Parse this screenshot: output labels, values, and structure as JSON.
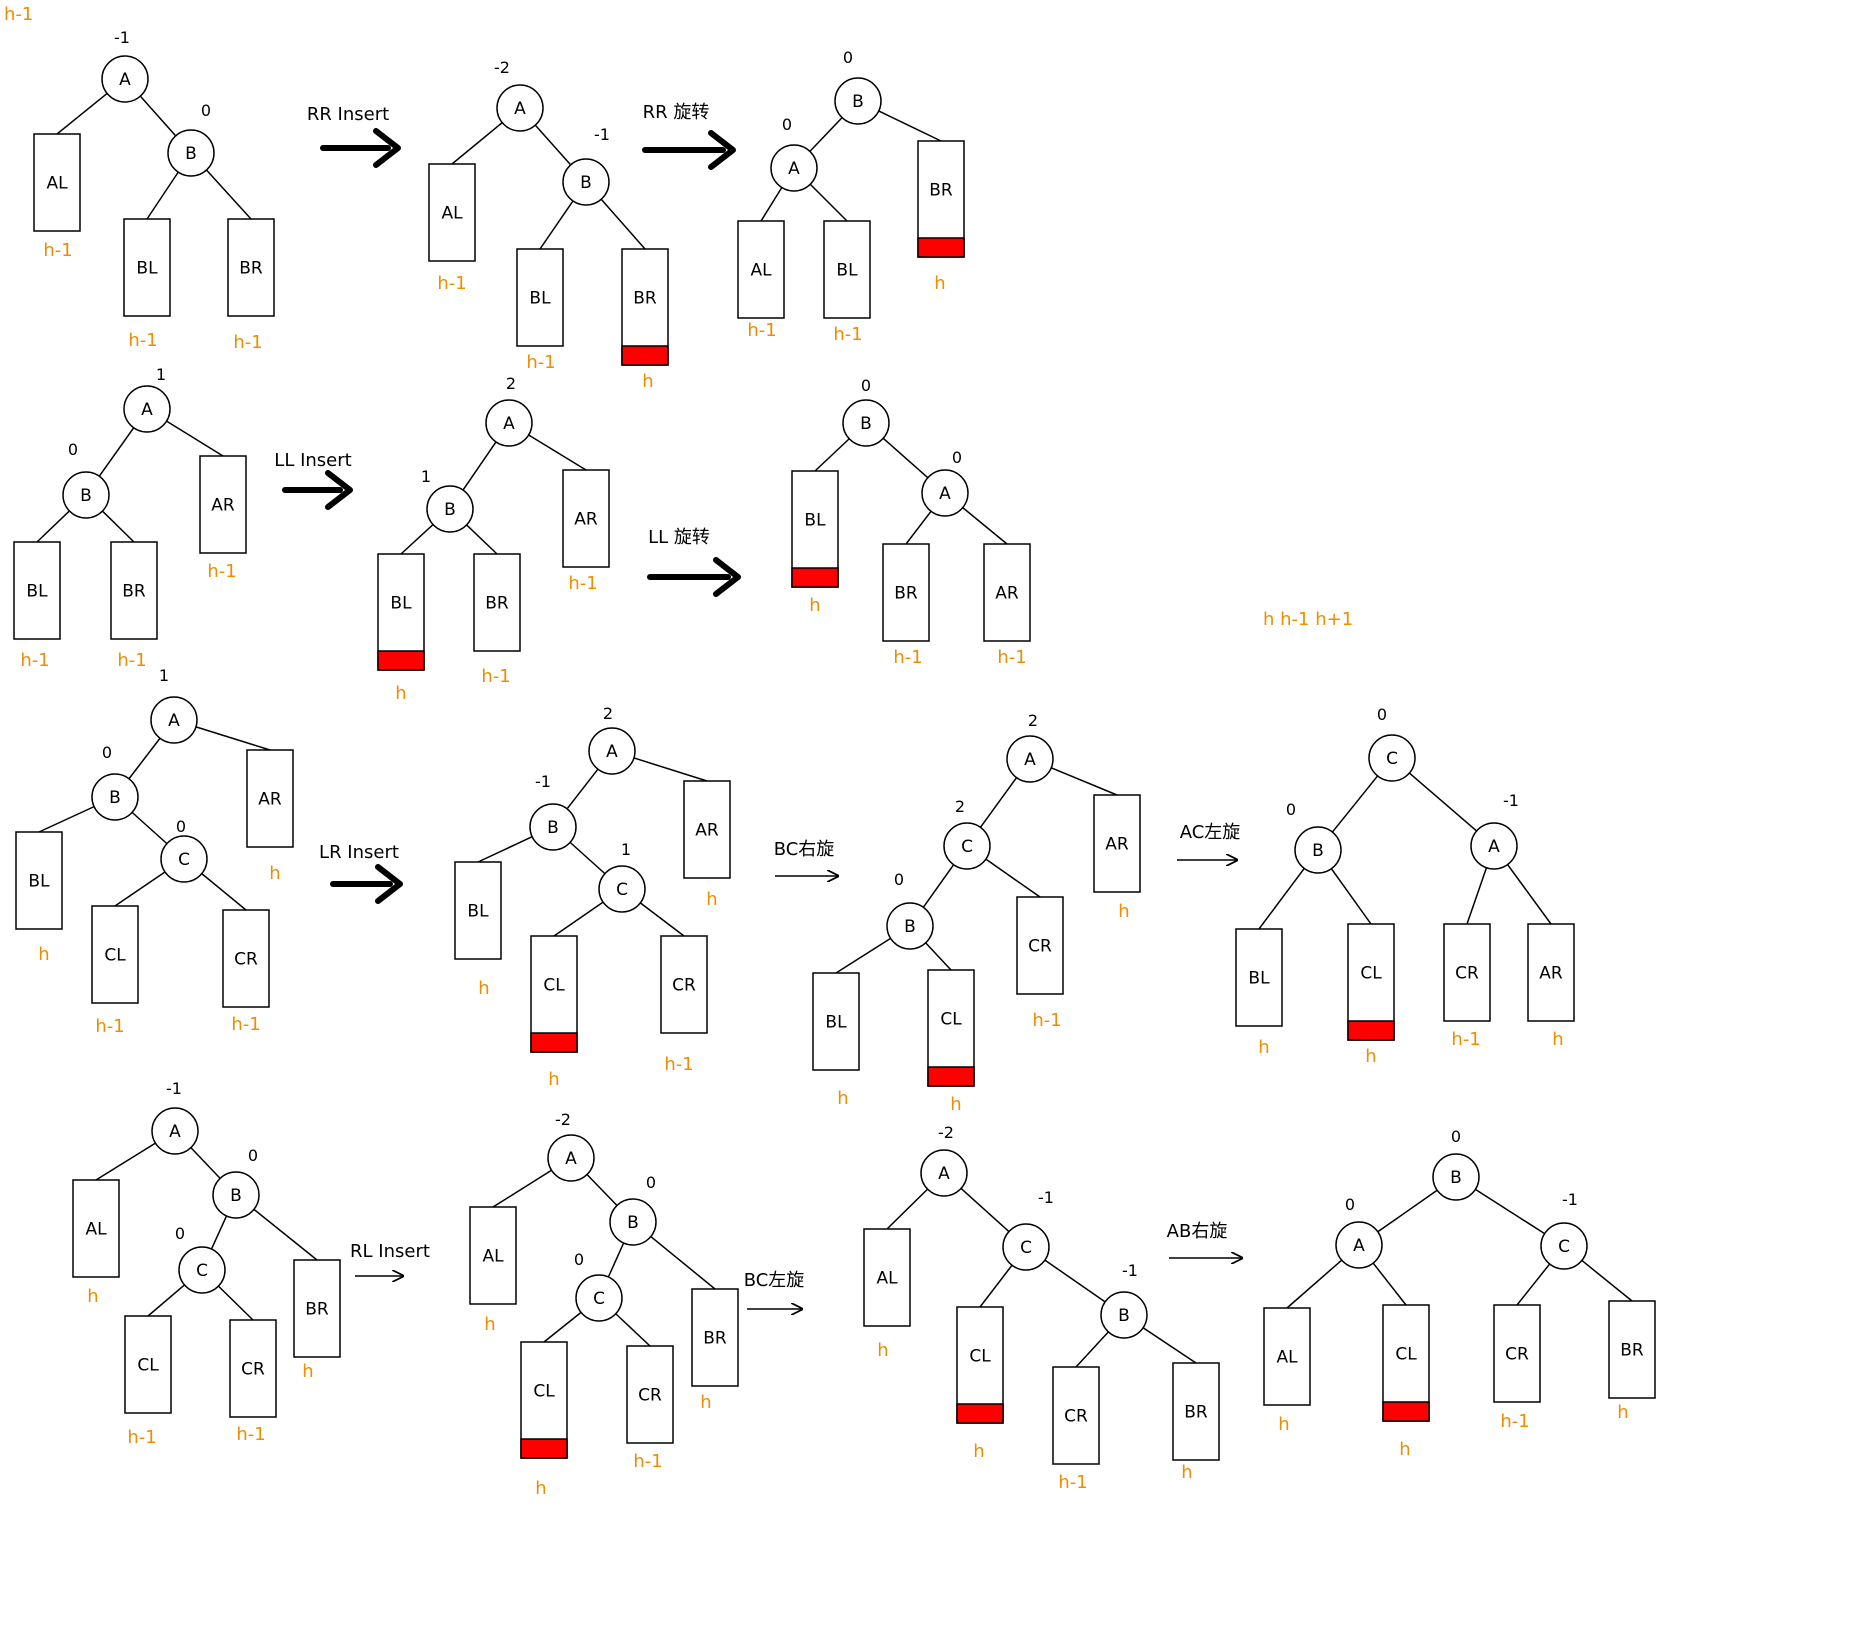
{
  "colors": {
    "height": "#f08c00",
    "growth": "#ff0000",
    "stroke": "#000000"
  },
  "notes": [
    "h-1",
    "h h-1  h+1"
  ],
  "operations": [
    "RR Insert",
    "RR 旋转",
    "LL Insert",
    "LL 旋转",
    "LR Insert",
    "BC右旋",
    "AC左旋",
    "RL Insert",
    "BC左旋",
    "AB右旋"
  ],
  "trees": [
    {
      "id": "rr-before",
      "nodes": [
        {
          "letter": "A",
          "bf": "-1"
        },
        {
          "letter": "B",
          "bf": "0"
        }
      ],
      "subtrees": [
        {
          "label": "AL",
          "height": "h-1"
        },
        {
          "label": "BL",
          "height": "h-1"
        },
        {
          "label": "BR",
          "height": "h-1"
        }
      ]
    },
    {
      "id": "rr-after-insert",
      "nodes": [
        {
          "letter": "A",
          "bf": "-2"
        },
        {
          "letter": "B",
          "bf": "-1"
        }
      ],
      "subtrees": [
        {
          "label": "AL",
          "height": "h-1"
        },
        {
          "label": "BL",
          "height": "h-1"
        },
        {
          "label": "BR",
          "height": "h",
          "grown": true
        }
      ]
    },
    {
      "id": "rr-after-rotate",
      "nodes": [
        {
          "letter": "B",
          "bf": "0"
        },
        {
          "letter": "A",
          "bf": "0"
        }
      ],
      "subtrees": [
        {
          "label": "AL",
          "height": "h-1"
        },
        {
          "label": "BL",
          "height": "h-1"
        },
        {
          "label": "BR",
          "height": "h",
          "grown": true
        }
      ]
    },
    {
      "id": "ll-before",
      "nodes": [
        {
          "letter": "A",
          "bf": "1"
        },
        {
          "letter": "B",
          "bf": "0"
        }
      ],
      "subtrees": [
        {
          "label": "BL",
          "height": "h-1"
        },
        {
          "label": "BR",
          "height": "h-1"
        },
        {
          "label": "AR",
          "height": "h-1"
        }
      ]
    },
    {
      "id": "ll-after-insert",
      "nodes": [
        {
          "letter": "A",
          "bf": "2"
        },
        {
          "letter": "B",
          "bf": "1"
        }
      ],
      "subtrees": [
        {
          "label": "BL",
          "height": "h",
          "grown": true
        },
        {
          "label": "BR",
          "height": "h-1"
        },
        {
          "label": "AR",
          "height": "h-1"
        }
      ]
    },
    {
      "id": "ll-after-rotate",
      "nodes": [
        {
          "letter": "B",
          "bf": "0"
        },
        {
          "letter": "A",
          "bf": "0"
        }
      ],
      "subtrees": [
        {
          "label": "BL",
          "height": "h",
          "grown": true
        },
        {
          "label": "BR",
          "height": "h-1"
        },
        {
          "label": "AR",
          "height": "h-1"
        }
      ]
    },
    {
      "id": "lr-before",
      "nodes": [
        {
          "letter": "A",
          "bf": "1"
        },
        {
          "letter": "B",
          "bf": "0"
        },
        {
          "letter": "C",
          "bf": "0"
        }
      ],
      "subtrees": [
        {
          "label": "BL",
          "height": "h"
        },
        {
          "label": "CL",
          "height": "h-1"
        },
        {
          "label": "CR",
          "height": "h-1"
        },
        {
          "label": "AR",
          "height": "h"
        }
      ]
    },
    {
      "id": "lr-after-insert",
      "nodes": [
        {
          "letter": "A",
          "bf": "2"
        },
        {
          "letter": "B",
          "bf": "-1"
        },
        {
          "letter": "C",
          "bf": "1"
        }
      ],
      "subtrees": [
        {
          "label": "BL",
          "height": "h"
        },
        {
          "label": "CL",
          "height": "h",
          "grown": true
        },
        {
          "label": "CR",
          "height": "h-1"
        },
        {
          "label": "AR",
          "height": "h"
        }
      ]
    },
    {
      "id": "lr-after-bc",
      "nodes": [
        {
          "letter": "A",
          "bf": "2"
        },
        {
          "letter": "C",
          "bf": "2"
        },
        {
          "letter": "B",
          "bf": "0"
        }
      ],
      "subtrees": [
        {
          "label": "BL",
          "height": "h"
        },
        {
          "label": "CL",
          "height": "h",
          "grown": true
        },
        {
          "label": "CR",
          "height": "h-1"
        },
        {
          "label": "AR",
          "height": "h"
        }
      ]
    },
    {
      "id": "lr-after-ac",
      "nodes": [
        {
          "letter": "C",
          "bf": "0"
        },
        {
          "letter": "B",
          "bf": "0"
        },
        {
          "letter": "A",
          "bf": "-1"
        }
      ],
      "subtrees": [
        {
          "label": "BL",
          "height": "h"
        },
        {
          "label": "CL",
          "height": "h",
          "grown": true
        },
        {
          "label": "CR",
          "height": "h-1"
        },
        {
          "label": "AR",
          "height": "h"
        }
      ]
    },
    {
      "id": "rl-before",
      "nodes": [
        {
          "letter": "A",
          "bf": "-1"
        },
        {
          "letter": "B",
          "bf": "0"
        },
        {
          "letter": "C",
          "bf": "0"
        }
      ],
      "subtrees": [
        {
          "label": "AL",
          "height": "h"
        },
        {
          "label": "CL",
          "height": "h-1"
        },
        {
          "label": "CR",
          "height": "h-1"
        },
        {
          "label": "BR",
          "height": "h"
        }
      ]
    },
    {
      "id": "rl-after-insert",
      "nodes": [
        {
          "letter": "A",
          "bf": "-2"
        },
        {
          "letter": "B",
          "bf": "0"
        },
        {
          "letter": "C",
          "bf": "0"
        }
      ],
      "subtrees": [
        {
          "label": "AL",
          "height": "h"
        },
        {
          "label": "CL",
          "height": "h",
          "grown": true
        },
        {
          "label": "CR",
          "height": "h-1"
        },
        {
          "label": "BR",
          "height": "h"
        }
      ]
    },
    {
      "id": "rl-after-bc",
      "nodes": [
        {
          "letter": "A",
          "bf": "-2"
        },
        {
          "letter": "C",
          "bf": "-1"
        },
        {
          "letter": "B",
          "bf": "-1"
        }
      ],
      "subtrees": [
        {
          "label": "AL",
          "height": "h"
        },
        {
          "label": "CL",
          "height": "h",
          "grown": true
        },
        {
          "label": "CR",
          "height": "h-1"
        },
        {
          "label": "BR",
          "height": "h"
        }
      ]
    },
    {
      "id": "rl-after-ab",
      "nodes": [
        {
          "letter": "B",
          "bf": "0"
        },
        {
          "letter": "A",
          "bf": "0"
        },
        {
          "letter": "C",
          "bf": "-1"
        }
      ],
      "subtrees": [
        {
          "label": "AL",
          "height": "h"
        },
        {
          "label": "CL",
          "height": "h",
          "grown": true
        },
        {
          "label": "CR",
          "height": "h-1"
        },
        {
          "label": "BR",
          "height": "h"
        }
      ]
    }
  ]
}
